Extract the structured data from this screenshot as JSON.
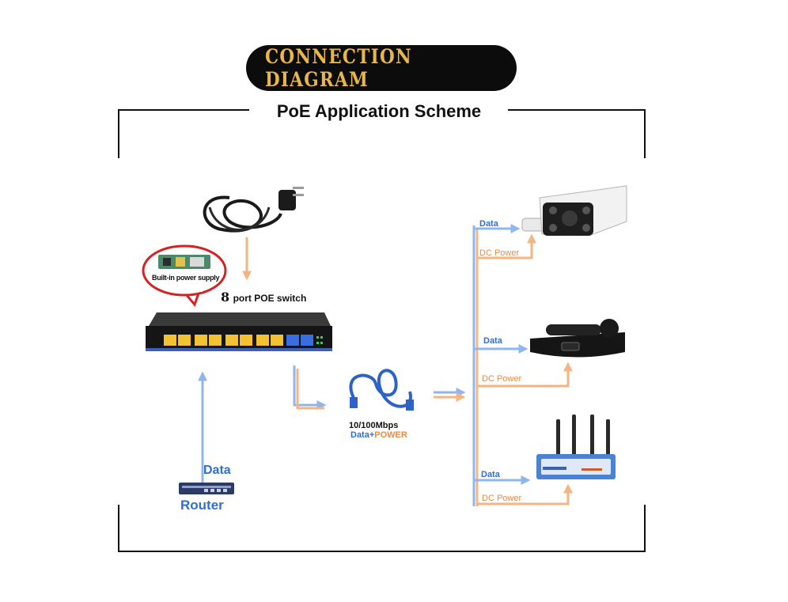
{
  "header": {
    "banner": "CONNECTION DIAGRAM",
    "subtitle": "PoE Application Scheme"
  },
  "callout": {
    "label": "Built-in power supply"
  },
  "switch": {
    "num": "8",
    "label": "port POE switch"
  },
  "router": {
    "data_label": "Data",
    "label": "Router"
  },
  "cable": {
    "speed": "10/100Mbps",
    "data": "Data",
    "plus": "+",
    "power": "POWER"
  },
  "devices": [
    {
      "name": "camera",
      "data_label": "Data",
      "power_label": "DC Power"
    },
    {
      "name": "phone",
      "data_label": "Data",
      "power_label": "DC Power"
    },
    {
      "name": "router",
      "data_label": "Data",
      "power_label": "DC Power"
    }
  ],
  "colors": {
    "banner_bg": "#0c0c0c",
    "banner_text": "#e8b64a",
    "data_blue": "#8fb6ee",
    "power_orange": "#f5b582",
    "label_blue": "#2f6fd0",
    "label_orange": "#e98b43"
  }
}
